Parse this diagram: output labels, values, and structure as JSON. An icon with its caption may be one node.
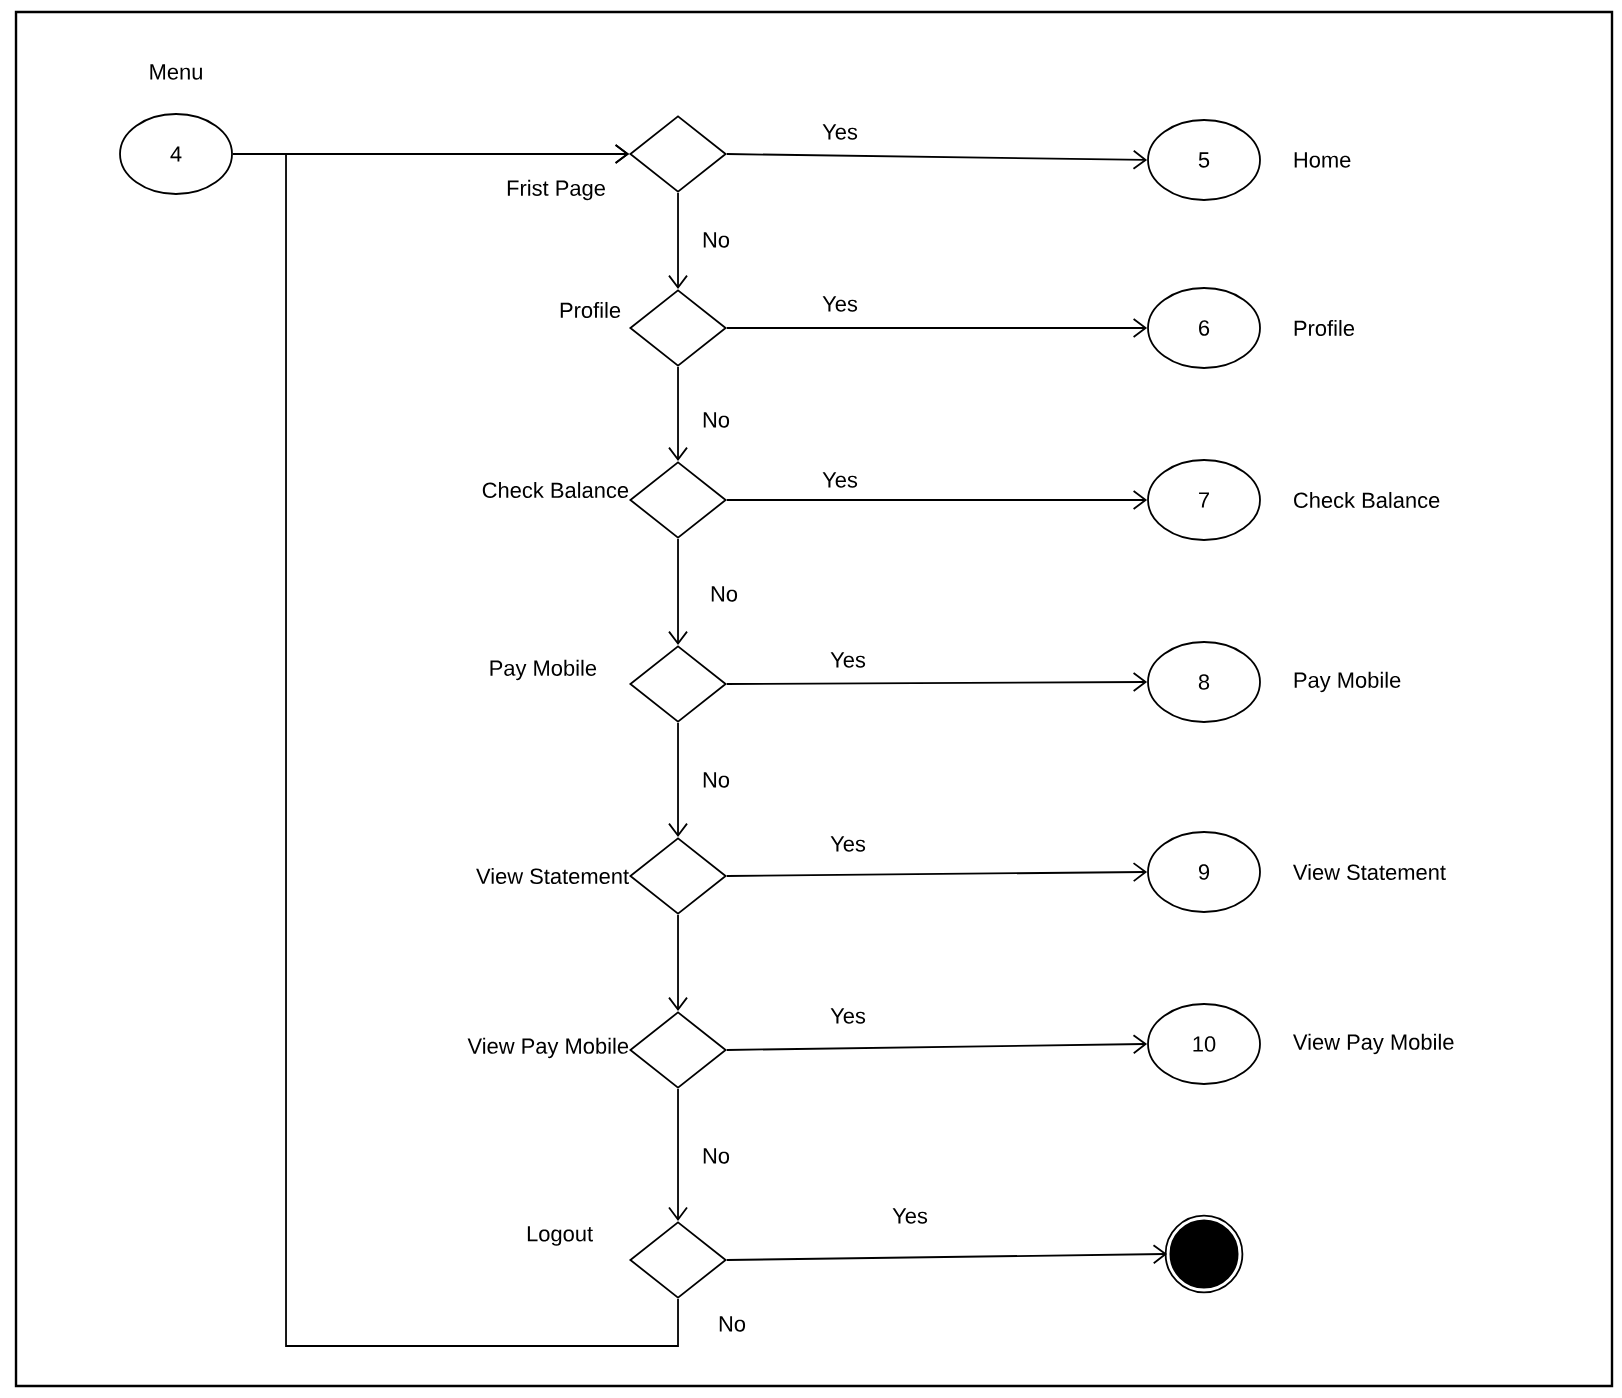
{
  "diagram": {
    "nodes": [
      {
        "text": [
          "4"
        ],
        "beside": [
          "Menu"
        ]
      },
      {
        "text": [],
        "shape": "diamond",
        "beside": [
          "Frist Page"
        ]
      },
      {
        "text": [],
        "shape": "diamond",
        "beside": [
          "Profile"
        ]
      },
      {
        "text": [],
        "shape": "diamond",
        "beside": [
          "Check Balance"
        ]
      },
      {
        "text": [],
        "shape": "diamond",
        "beside": [
          "Pay Mobile"
        ]
      },
      {
        "text": [],
        "shape": "diamond",
        "beside": [
          "View Statement"
        ]
      },
      {
        "text": [],
        "shape": "diamond",
        "beside": [
          "View Pay Mobile"
        ]
      },
      {
        "text": [],
        "shape": "diamond",
        "beside": [
          "Logout"
        ]
      },
      {
        "text": [
          "5"
        ],
        "beside": [
          "Home"
        ]
      },
      {
        "text": [
          "6"
        ],
        "beside": [
          "Profile"
        ]
      },
      {
        "text": [
          "7"
        ],
        "beside": [
          "Check Balance"
        ]
      },
      {
        "text": [
          "8"
        ],
        "beside": [
          "Pay Mobile"
        ]
      },
      {
        "text": [
          "9"
        ],
        "beside": [
          "View Statement"
        ]
      },
      {
        "text": [
          "10"
        ],
        "beside": [
          "View Pay Mobile"
        ]
      },
      {
        "text": [],
        "shape": "circle"
      }
    ],
    "edges": [
      {
        "from": 0,
        "to": 1,
        "arrow": "to"
      },
      {
        "from": 1,
        "to": 8,
        "arrow": "to",
        "label": "Yes"
      },
      {
        "from": 1,
        "to": 2,
        "arrow": "to",
        "label": "No"
      },
      {
        "from": 2,
        "to": 9,
        "arrow": "to",
        "label": "Yes"
      },
      {
        "from": 2,
        "to": 3,
        "arrow": "to",
        "label": "No"
      },
      {
        "from": 3,
        "to": 10,
        "arrow": "to",
        "label": "Yes"
      },
      {
        "from": 3,
        "to": 4,
        "arrow": "to",
        "label": "No"
      },
      {
        "from": 4,
        "to": 11,
        "arrow": "to",
        "label": "Yes"
      },
      {
        "from": 4,
        "to": 5,
        "arrow": "to",
        "label": "No"
      },
      {
        "from": 5,
        "to": 12,
        "arrow": "to",
        "label": "Yes"
      },
      {
        "from": 5,
        "to": 6,
        "arrow": "to"
      },
      {
        "from": 6,
        "to": 13,
        "arrow": "to",
        "label": "Yes"
      },
      {
        "from": 6,
        "to": 7,
        "arrow": "to",
        "label": "No"
      },
      {
        "from": 7,
        "to": 14,
        "arrow": "to",
        "label": "Yes"
      },
      {
        "from": 7,
        "to": 1,
        "arrow": "to",
        "label": "No"
      }
    ]
  }
}
